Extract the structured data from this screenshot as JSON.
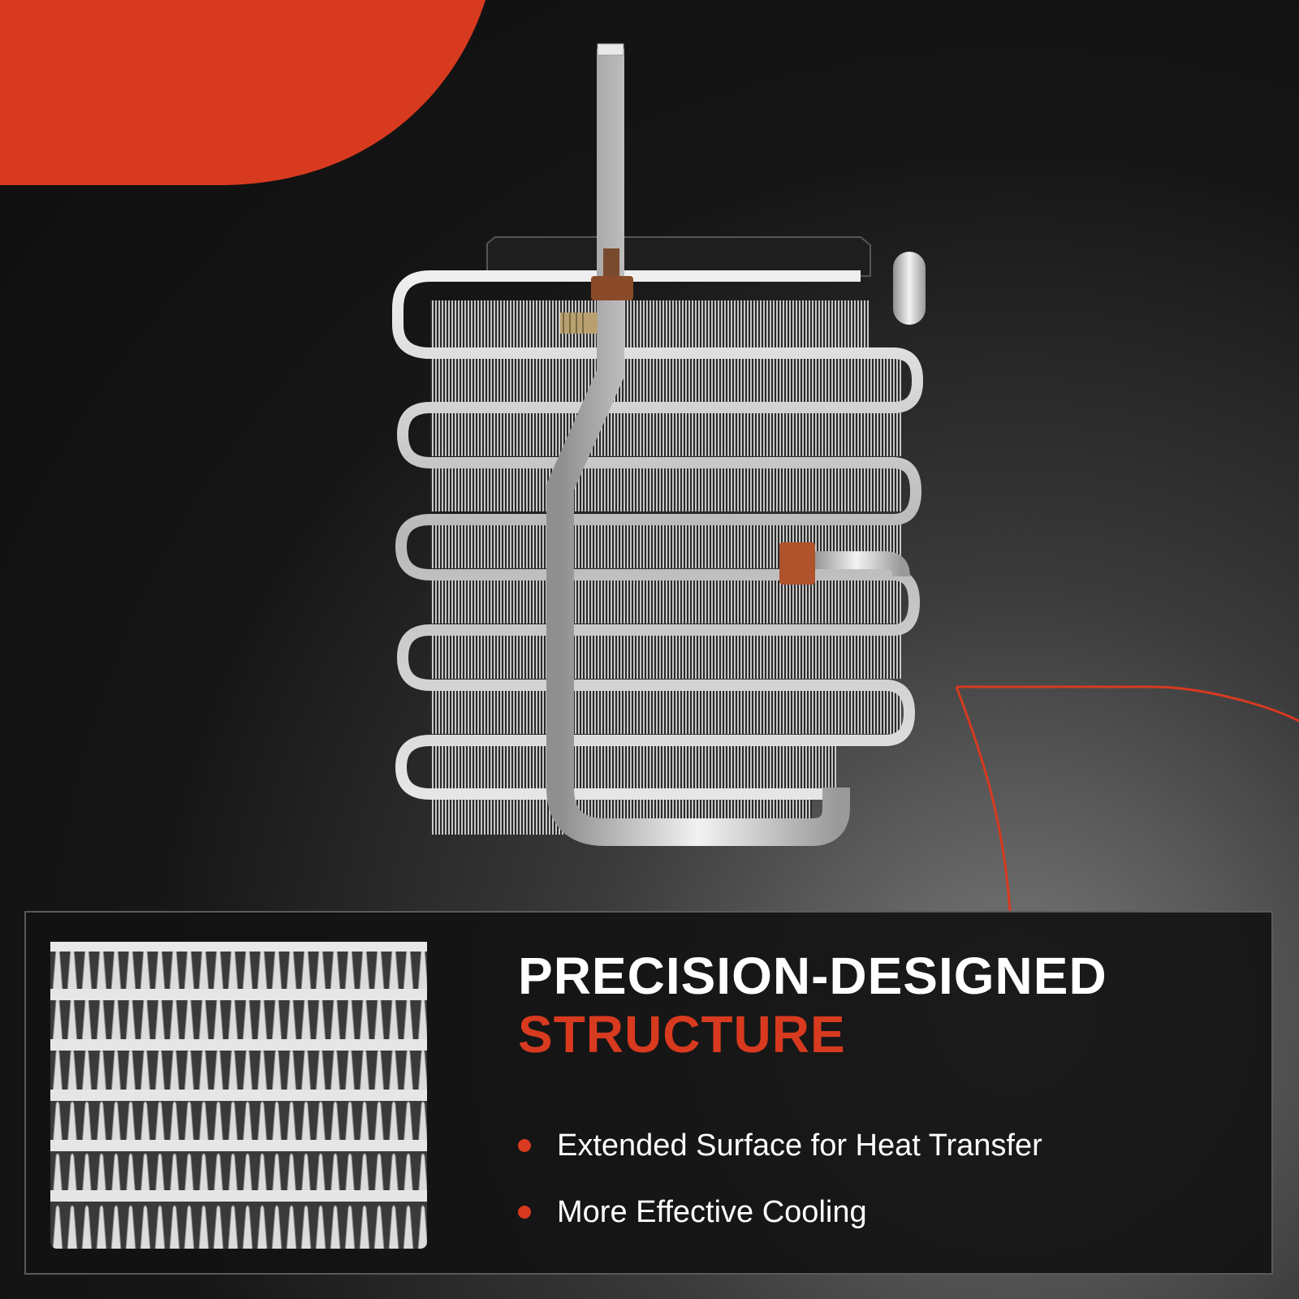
{
  "colors": {
    "accent": "#d83a1f",
    "background_dark": "#0e0e0e",
    "panel": "#121212",
    "text": "#ffffff",
    "metal": "#c9c9c9"
  },
  "product": {
    "image": "evaporator-core-photo"
  },
  "panel": {
    "detail_image": "fin-closeup-photo",
    "headline_line1": "PRECISION-DESIGNED",
    "headline_line2": "STRUCTURE",
    "bullets": [
      {
        "text": "Extended Surface for Heat Transfer"
      },
      {
        "text": "More Effective Cooling"
      }
    ]
  }
}
